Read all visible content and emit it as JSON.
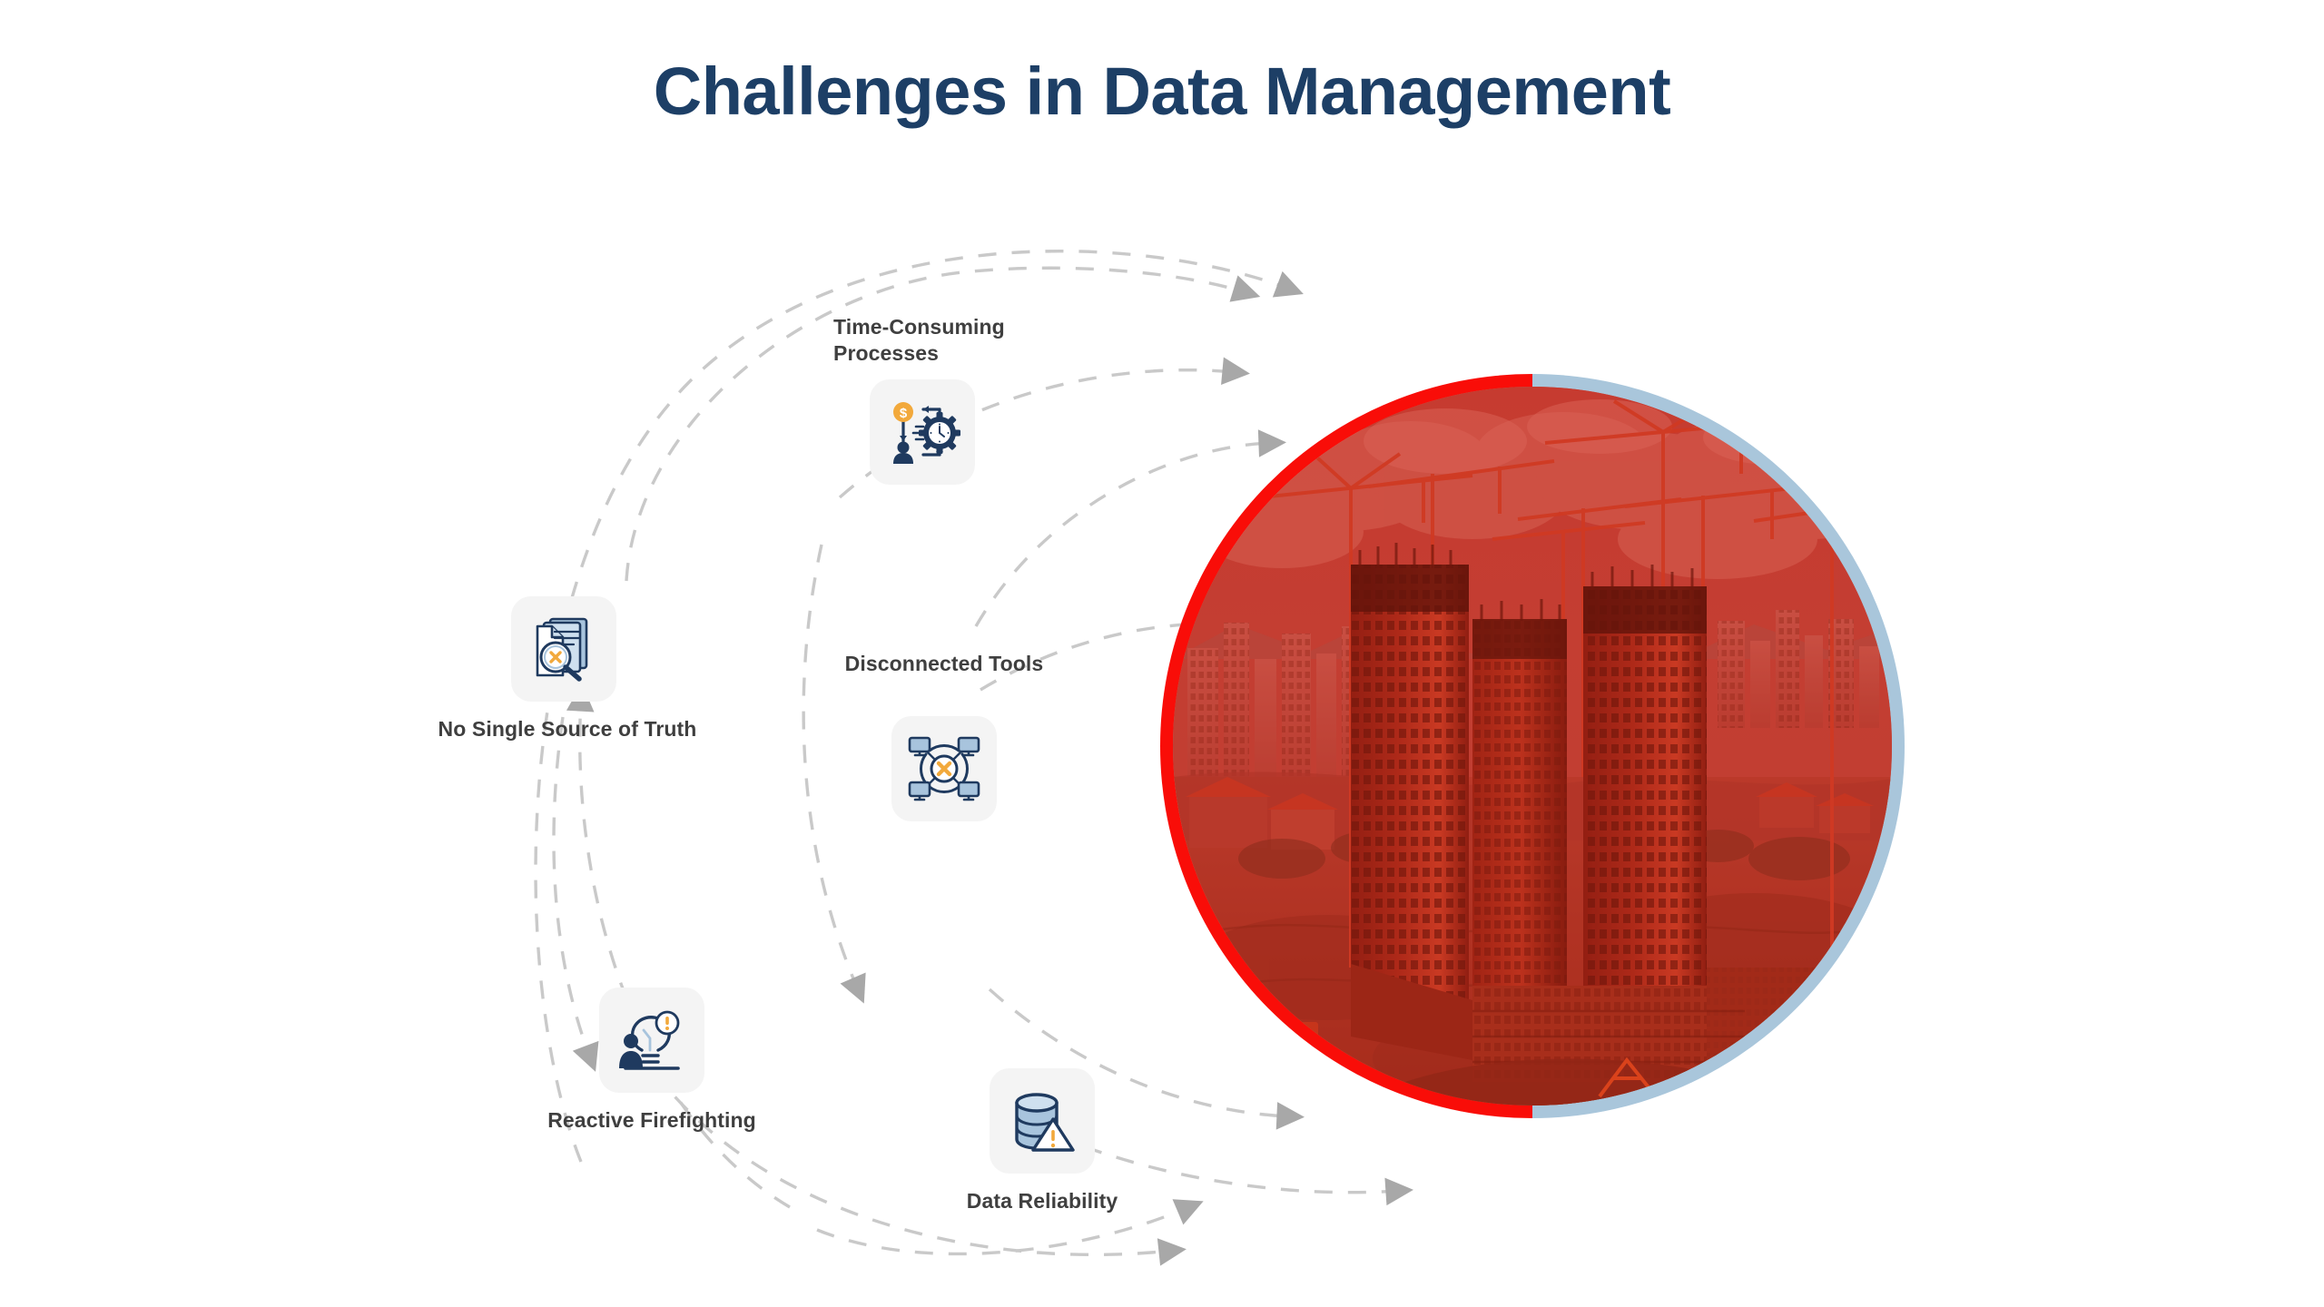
{
  "slide": {
    "title": "Challenges in Data Management",
    "background_color": "#ffffff",
    "title_color": "#1d3f66",
    "label_color": "#3f3f3f"
  },
  "theme": {
    "navy": "#1d3f66",
    "icon_navy": "#1f3a5f",
    "icon_blue": "#a8c4dd",
    "icon_orange": "#f2a93b",
    "tile_background": "#f4f4f4",
    "arc_color": "#c9c9c9",
    "arrow_color": "#a8a8a8",
    "ring_red": "#f90d08",
    "ring_blue": "#a9c6db"
  },
  "nodes": [
    {
      "id": "time-consuming-processes",
      "label": "Time-Consuming\nProcesses",
      "icon": "money-clock-gear-person-icon"
    },
    {
      "id": "no-single-source-of-truth",
      "label": "No Single Source of Truth",
      "icon": "document-magnifier-x-icon"
    },
    {
      "id": "disconnected-tools",
      "label": "Disconnected Tools",
      "icon": "network-monitors-x-icon"
    },
    {
      "id": "reactive-firefighting",
      "label": "Reactive Firefighting",
      "icon": "person-lightbulb-alert-icon"
    },
    {
      "id": "data-reliability",
      "label": "Data Reliability",
      "icon": "database-warning-icon"
    }
  ],
  "photo": {
    "alt": "Aerial view of high-rise towers under construction with tower cranes over a city skyline, tinted red",
    "ring_left_color": "#f90d08",
    "ring_right_color": "#a9c6db"
  }
}
